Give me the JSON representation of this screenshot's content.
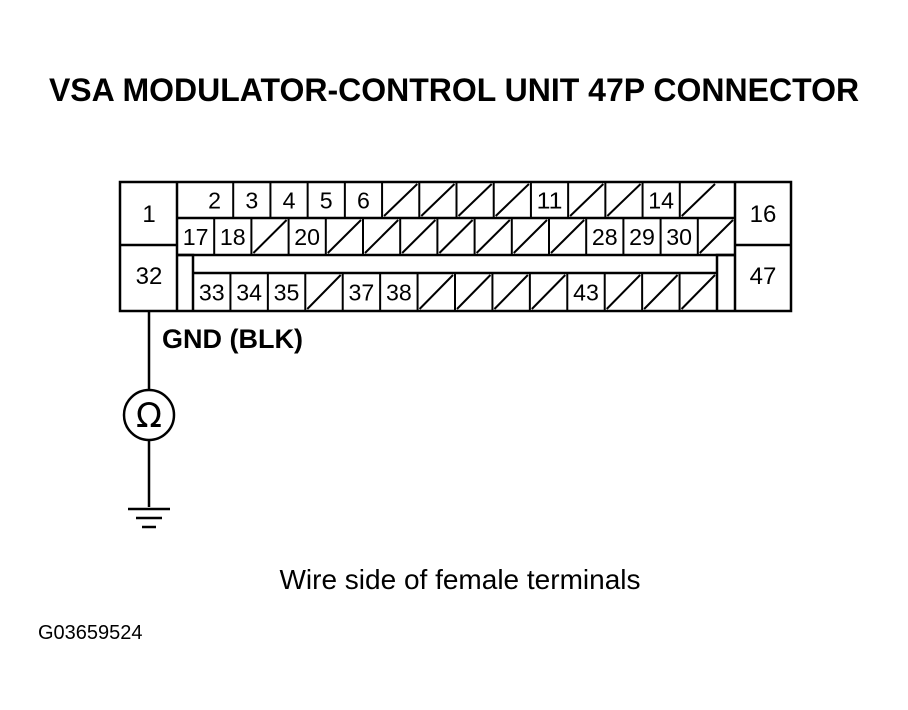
{
  "title": "VSA MODULATOR-CONTROL UNIT 47P CONNECTOR",
  "connector": {
    "left_top_terminal": "1",
    "left_bottom_terminal": "32",
    "right_top_terminal": "16",
    "right_bottom_terminal": "47",
    "row1": [
      "2",
      "3",
      "4",
      "5",
      "6",
      "",
      "",
      "",
      "",
      "11",
      "",
      "",
      "14",
      ""
    ],
    "row2": [
      "17",
      "18",
      "",
      "20",
      "",
      "",
      "",
      "",
      "",
      "",
      "",
      "28",
      "29",
      "30",
      ""
    ],
    "row3": [
      "33",
      "34",
      "35",
      "",
      "37",
      "38",
      "",
      "",
      "",
      "",
      "43",
      "",
      "",
      ""
    ]
  },
  "wire_label": "GND (BLK)",
  "meter_symbol": "Ω",
  "caption": "Wire side of female terminals",
  "figure_code": "G03659524",
  "colors": {
    "ink": "#000000",
    "background": "#ffffff"
  }
}
